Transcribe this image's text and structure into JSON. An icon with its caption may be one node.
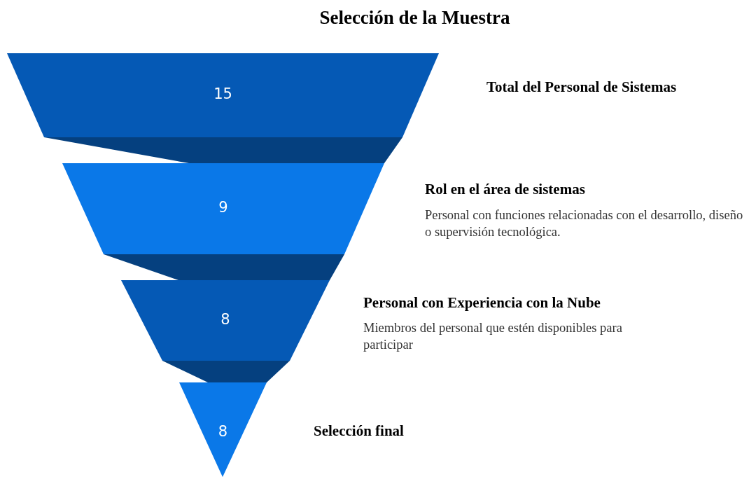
{
  "diagram": {
    "title": "Selección de la Muestra",
    "nodes": [
      {
        "text": [
          "15"
        ],
        "beside": [
          "Total del Personal de Sistemas"
        ]
      },
      {
        "text": [],
        "shape": "band"
      },
      {
        "text": [
          "9"
        ],
        "beside": [
          "Rol en el área de sistemas",
          "Personal con funciones relacionadas con el desarrollo, diseño o supervisión tecnológica."
        ]
      },
      {
        "text": [],
        "shape": "band"
      },
      {
        "text": [
          "8"
        ],
        "beside": [
          "Personal con Experiencia con la Nube",
          "Miembros del personal que estén disponibles para participar"
        ]
      },
      {
        "text": [],
        "shape": "band"
      },
      {
        "text": [
          "8"
        ],
        "beside": [
          "Selección final"
        ]
      }
    ]
  }
}
